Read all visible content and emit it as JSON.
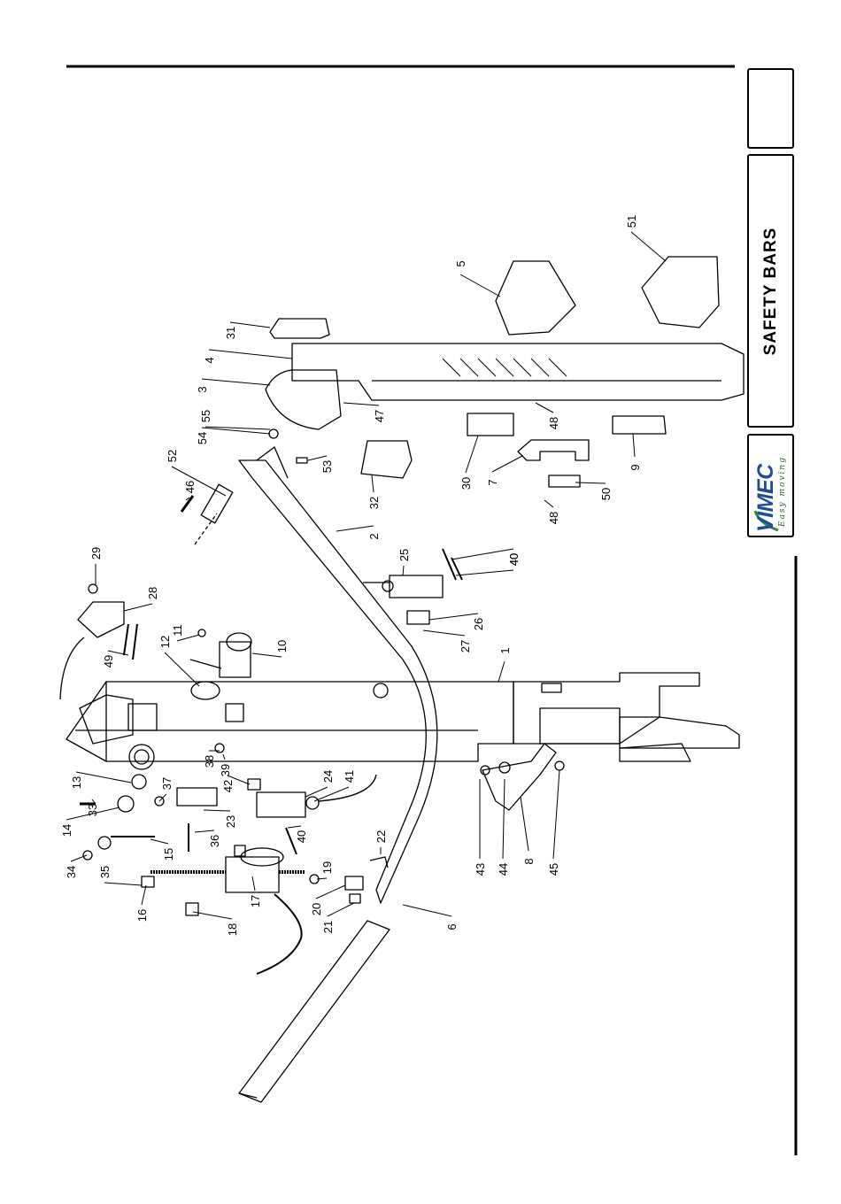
{
  "page_title": "SAFETY BARS",
  "logo": {
    "brand": "VIMEC",
    "tagline": "Easy moving",
    "brand_color": "#1f4e96",
    "accent_color": "#2e8b3a"
  },
  "part_labels": [
    "1",
    "2",
    "3",
    "4",
    "5",
    "6",
    "7",
    "8",
    "9",
    "10",
    "11",
    "12",
    "13",
    "14",
    "15",
    "16",
    "17",
    "18",
    "19",
    "20",
    "21",
    "22",
    "23",
    "24",
    "25",
    "26",
    "27",
    "28",
    "29",
    "30",
    "31",
    "32",
    "33",
    "34",
    "35",
    "36",
    "37",
    "38",
    "39",
    "40",
    "40",
    "40",
    "41",
    "42",
    "43",
    "44",
    "45",
    "46",
    "47",
    "48",
    "48",
    "49",
    "50",
    "51",
    "52",
    "53",
    "54",
    "55"
  ]
}
